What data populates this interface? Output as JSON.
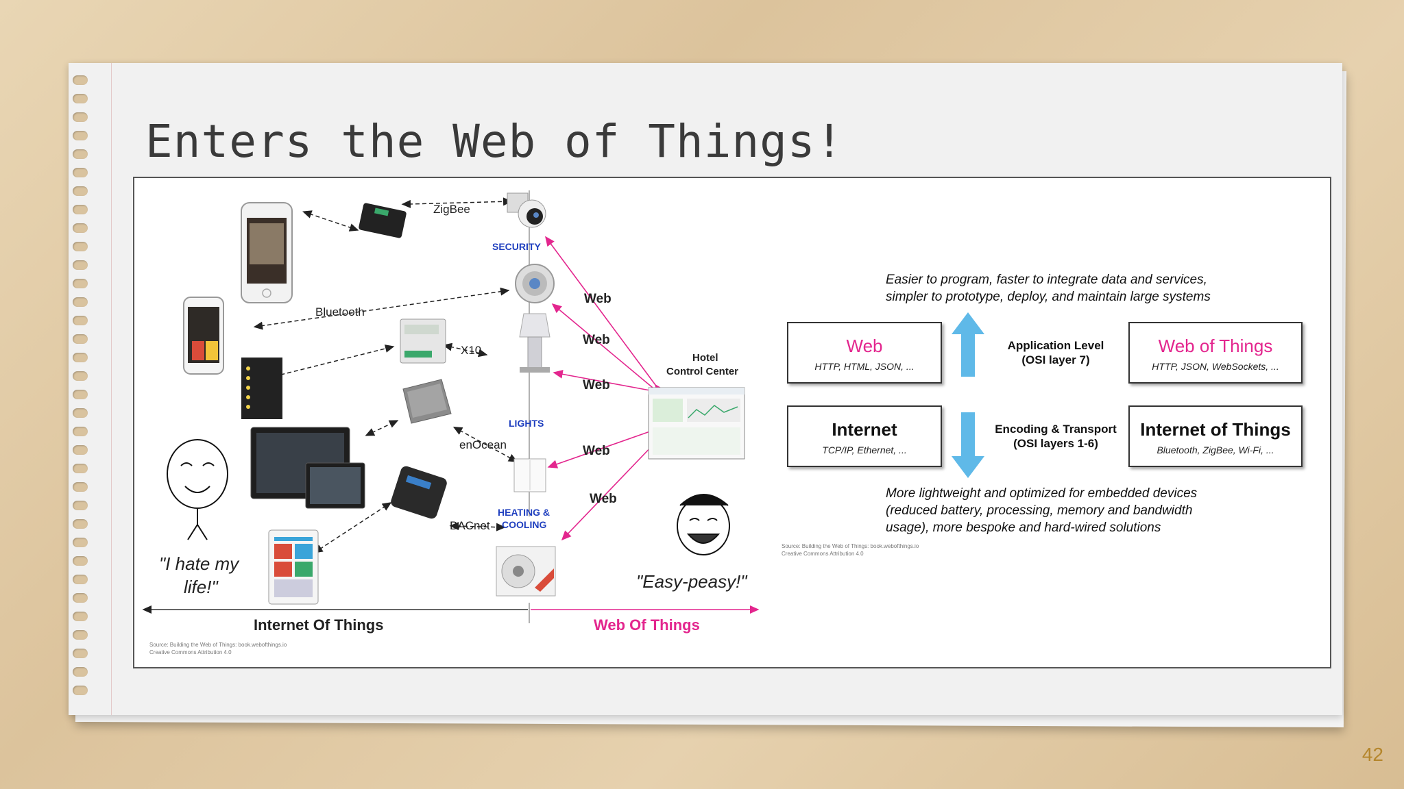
{
  "slide": {
    "title": "Enters the Web of Things!",
    "page_number": "42"
  },
  "left_diagram": {
    "protocols": {
      "zigbee": "ZigBee",
      "bluetooth": "Bluetooth",
      "x10": "X10",
      "enocean": "enOcean",
      "bacnet": "BACnet"
    },
    "device_groups": {
      "security": "SECURITY",
      "lights": "LIGHTS",
      "heating_line1": "HEATING &",
      "heating_line2": "COOLING"
    },
    "web_links": [
      "Web",
      "Web",
      "Web",
      "Web",
      "Web"
    ],
    "hotel_line1": "Hotel",
    "hotel_line2": "Control Center",
    "quote_left_line1": "\"I hate my",
    "quote_left_line2": "life!\"",
    "quote_right": "\"Easy-peasy!\"",
    "axis_left": "Internet Of Things",
    "axis_right": "Web Of Things",
    "source_line1": "Source: Building the Web of Things: book.webofthings.io",
    "source_line2": "Creative Commons Attribution 4.0"
  },
  "right_diagram": {
    "top_note_line1": "Easier to program, faster to integrate data and services,",
    "top_note_line2": "simpler to prototype, deploy, and maintain large systems",
    "bottom_note_line1": "More lightweight and optimized for embedded devices",
    "bottom_note_line2": "(reduced battery, processing, memory and bandwidth",
    "bottom_note_line3": "usage), more bespoke and hard-wired solutions",
    "web_box": {
      "title": "Web",
      "subtitle": "HTTP, HTML, JSON, ..."
    },
    "wot_box": {
      "title": "Web of Things",
      "subtitle": "HTTP, JSON, WebSockets, ..."
    },
    "internet_box": {
      "title": "Internet",
      "subtitle": "TCP/IP, Ethernet, ..."
    },
    "iot_box": {
      "title": "Internet of Things",
      "subtitle": "Bluetooth, ZigBee, Wi-Fi, ..."
    },
    "app_level_line1": "Application Level",
    "app_level_line2": "(OSI layer 7)",
    "encoding_line1": "Encoding & Transport",
    "encoding_line2": "(OSI layers 1-6)",
    "source_line1": "Source: Building the Web of Things: book.webofthings.io",
    "source_line2": "Creative Commons Attribution 4.0"
  },
  "colors": {
    "web_pink": "#e3268e",
    "group_blue": "#1f3fbf",
    "arrow_blue": "#5fb9e8",
    "page_number": "#b5862c"
  }
}
